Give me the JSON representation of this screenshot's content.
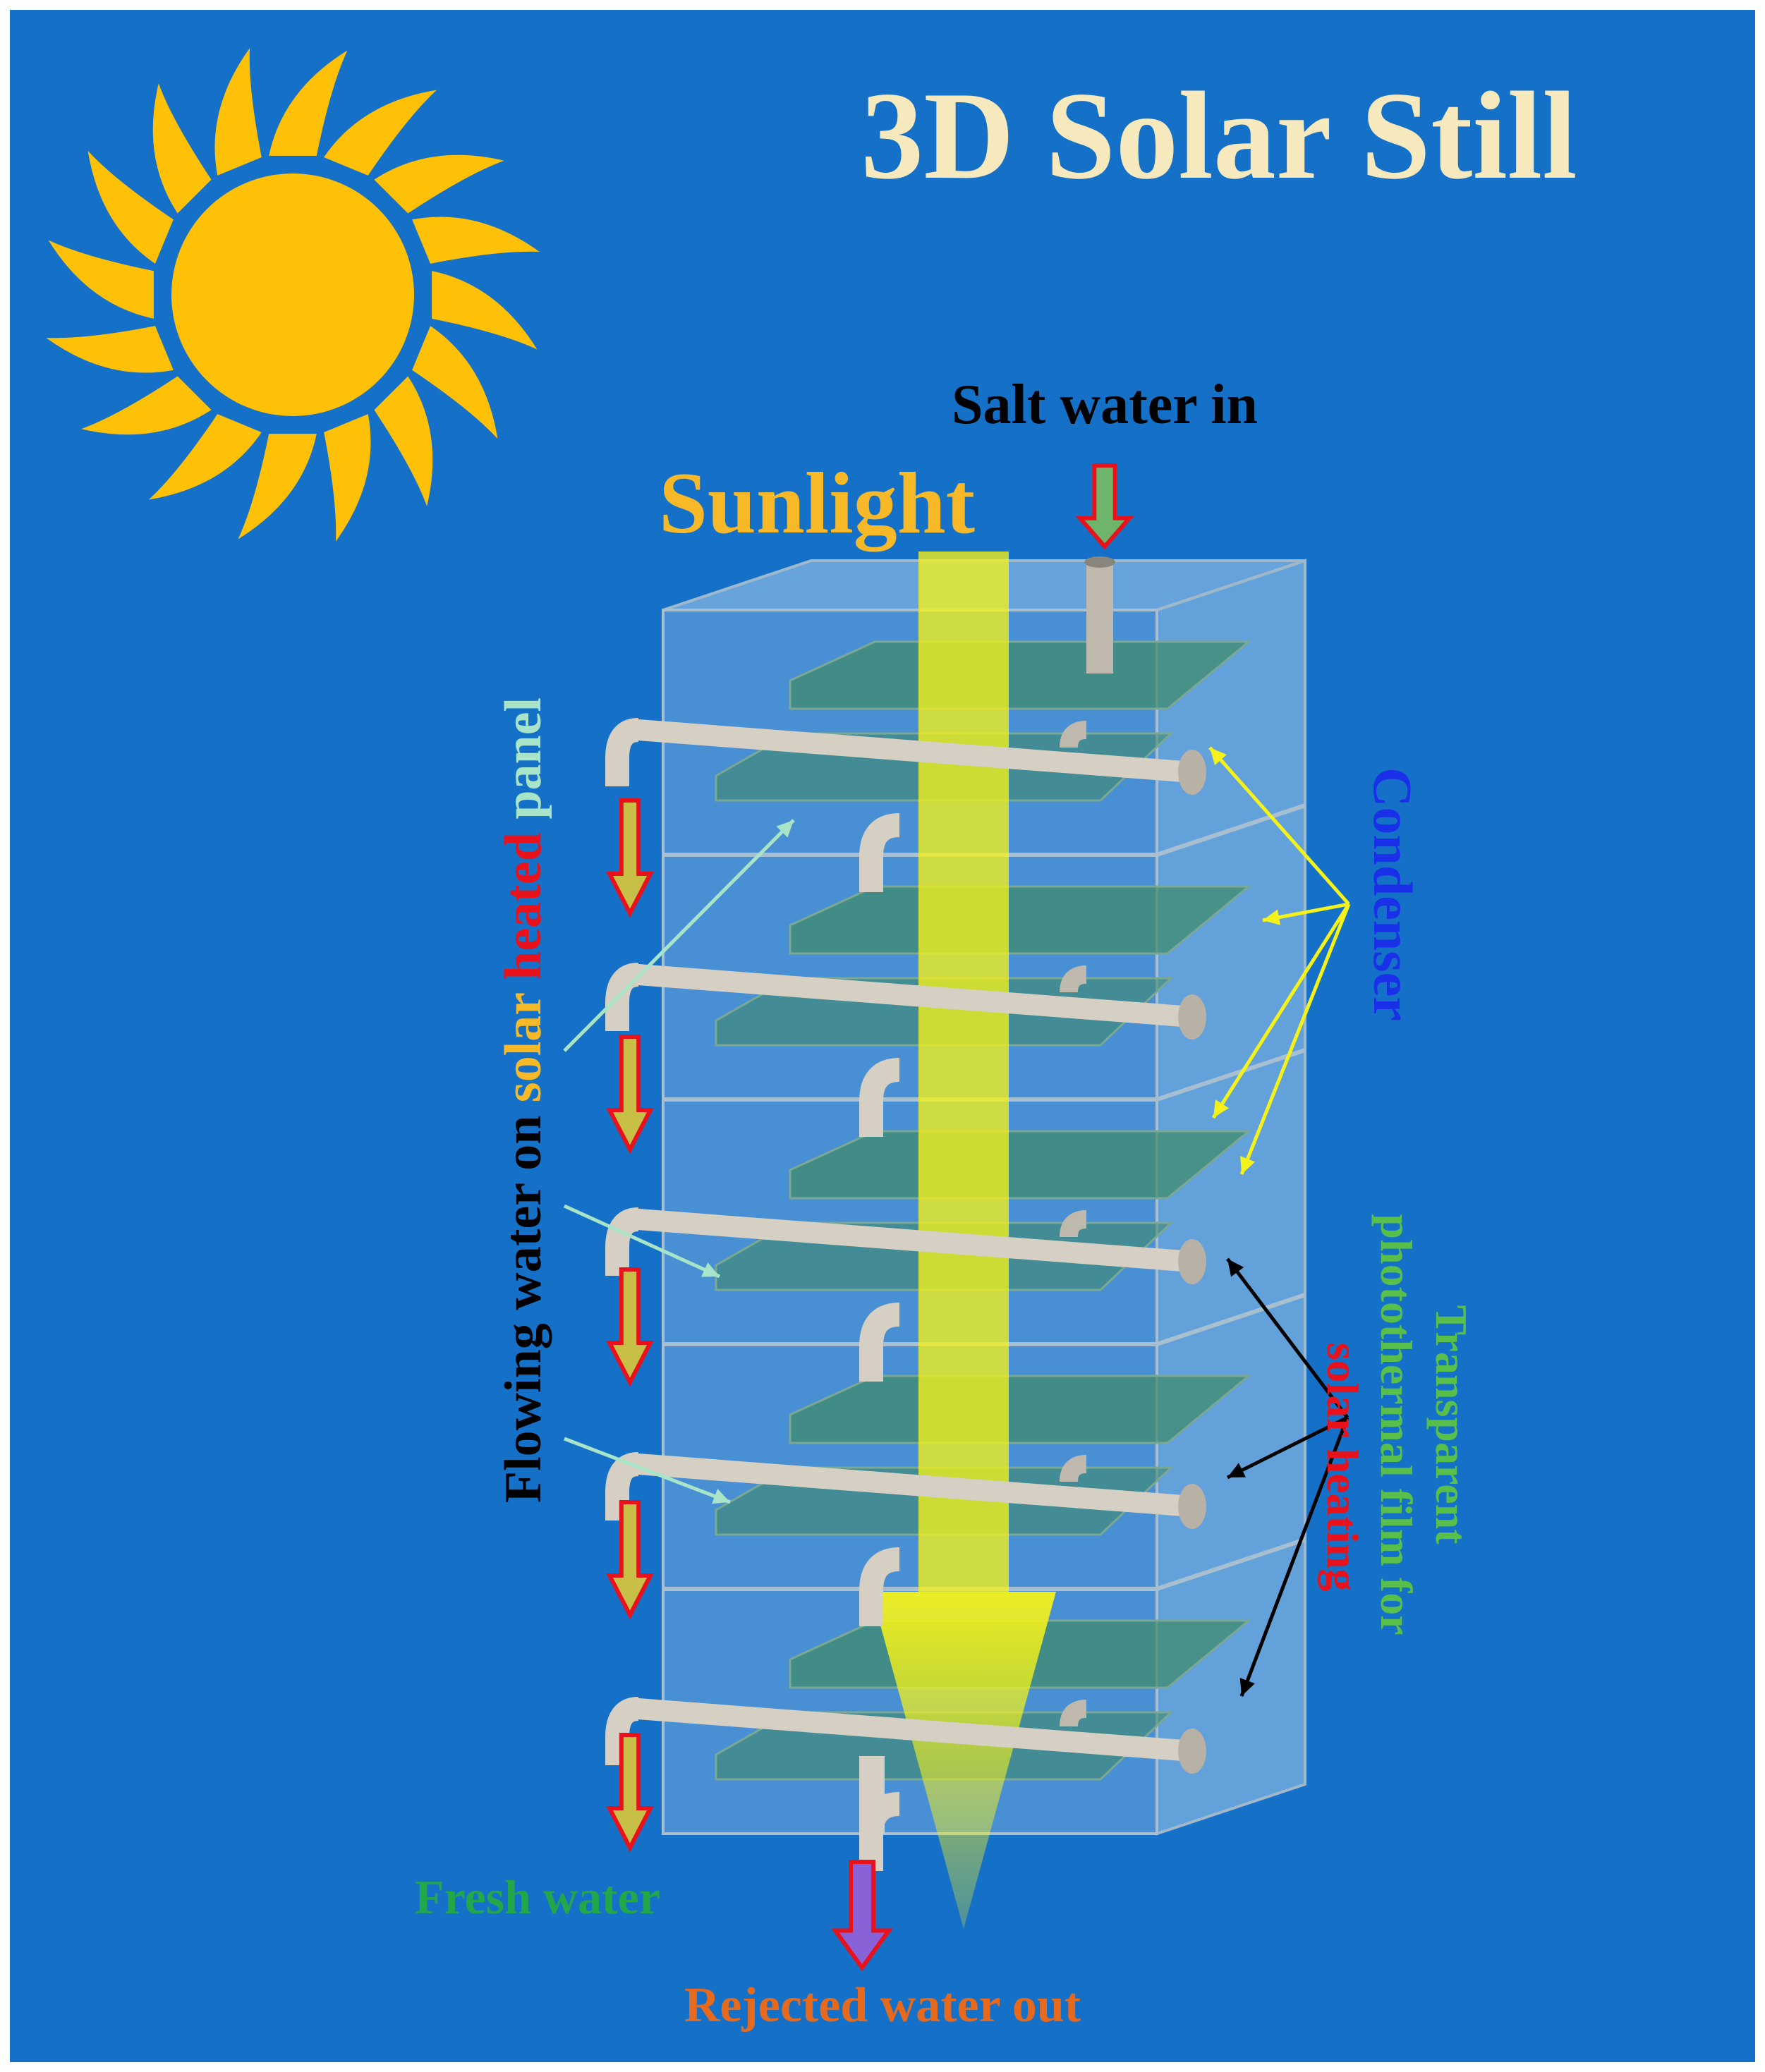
{
  "title": "3D Solar Still",
  "labels": {
    "sunlight": "Sunlight",
    "salt_water_in": "Salt water in",
    "condenser": "Condenser",
    "film_line1": "Transparent",
    "film_line2": "photothermal film for",
    "film_line3": "solar heating",
    "flowing_part1": "Flowing water on ",
    "flowing_part2": "solar ",
    "flowing_part3": "heated ",
    "flowing_part4": "panel",
    "fresh_water": "Fresh water",
    "rejected_water_out": "Rejected water out"
  },
  "colors": {
    "background": "#1570c8",
    "frame": "#ffffff",
    "title": "#f5e9bd",
    "sun": "#ffc107",
    "sunlight_label": "#f7b928",
    "sunlight_beam": "#f4f21a",
    "salt_water_label": "#000000",
    "condenser_label": "#1a2fe8",
    "film_label": "#58c04a",
    "film_solar_heating": "#e8121c",
    "flowing_black": "#000000",
    "flowing_solar": "#f7b928",
    "flowing_heated": "#e8121c",
    "flowing_panel": "#a8e4c8",
    "fresh_water_label": "#22a84a",
    "rejected_label": "#e66a1e",
    "panel_green": "#3f8a6a",
    "pipe": "#d6d0c4",
    "arrow_red": "#e8121c",
    "arrow_fill": "#c8c046",
    "arrow_green_fill": "#6fb46b",
    "arrow_purple": "#8a62d8"
  },
  "icons": {
    "sun": "sun-icon",
    "arrow": "down-arrow-icon"
  },
  "structure": {
    "tiers": 5
  }
}
